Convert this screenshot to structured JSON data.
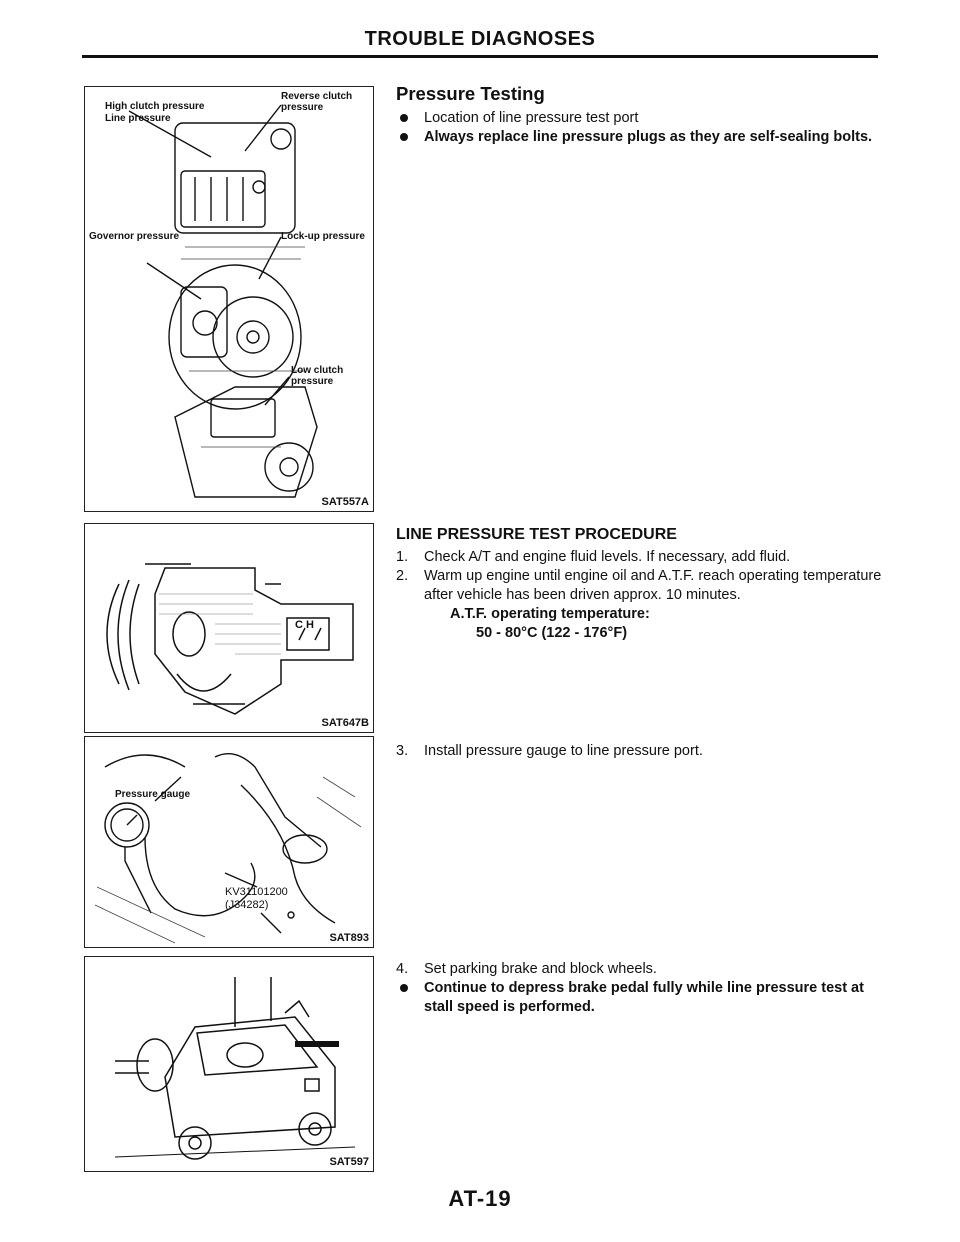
{
  "header": {
    "title": "TROUBLE DIAGNOSES"
  },
  "figures": [
    {
      "code": "SAT557A",
      "labels": {
        "high_clutch": "High clutch pressure",
        "line": "Line pressure",
        "reverse_clutch_1": "Reverse clutch",
        "reverse_clutch_2": "pressure",
        "governor": "Governor pressure",
        "lockup": "Lock-up pressure",
        "low_clutch_1": "Low clutch",
        "low_clutch_2": "pressure"
      }
    },
    {
      "code": "SAT647B",
      "gauge_text": "C  H"
    },
    {
      "code": "SAT893",
      "labels": {
        "pressure_gauge": "Pressure gauge",
        "tool_1": "KV31101200",
        "tool_2": "(J34282)"
      }
    },
    {
      "code": "SAT597"
    }
  ],
  "sections": {
    "pressure_testing": {
      "title": "Pressure Testing",
      "bullet_1": "Location of line pressure test port",
      "bullet_2": "Always replace line pressure plugs as they are self-sealing bolts."
    },
    "procedure": {
      "title": "LINE PRESSURE TEST PROCEDURE",
      "step_1_num": "1.",
      "step_1": "Check A/T and engine fluid levels. If necessary, add fluid.",
      "step_2_num": "2.",
      "step_2": "Warm up engine until engine oil and A.T.F. reach operating temperature after vehicle has been driven approx. 10 minutes.",
      "atf_label": "A.T.F. operating temperature:",
      "atf_value": "50 - 80°C (122 - 176°F)"
    },
    "step_3": {
      "num": "3.",
      "text": "Install pressure gauge to line pressure port."
    },
    "step_4": {
      "num": "4.",
      "text": "Set parking brake and block wheels.",
      "bullet": "Continue to depress brake pedal fully while line pressure test at stall speed is performed."
    }
  },
  "footer": {
    "page": "AT-19"
  }
}
